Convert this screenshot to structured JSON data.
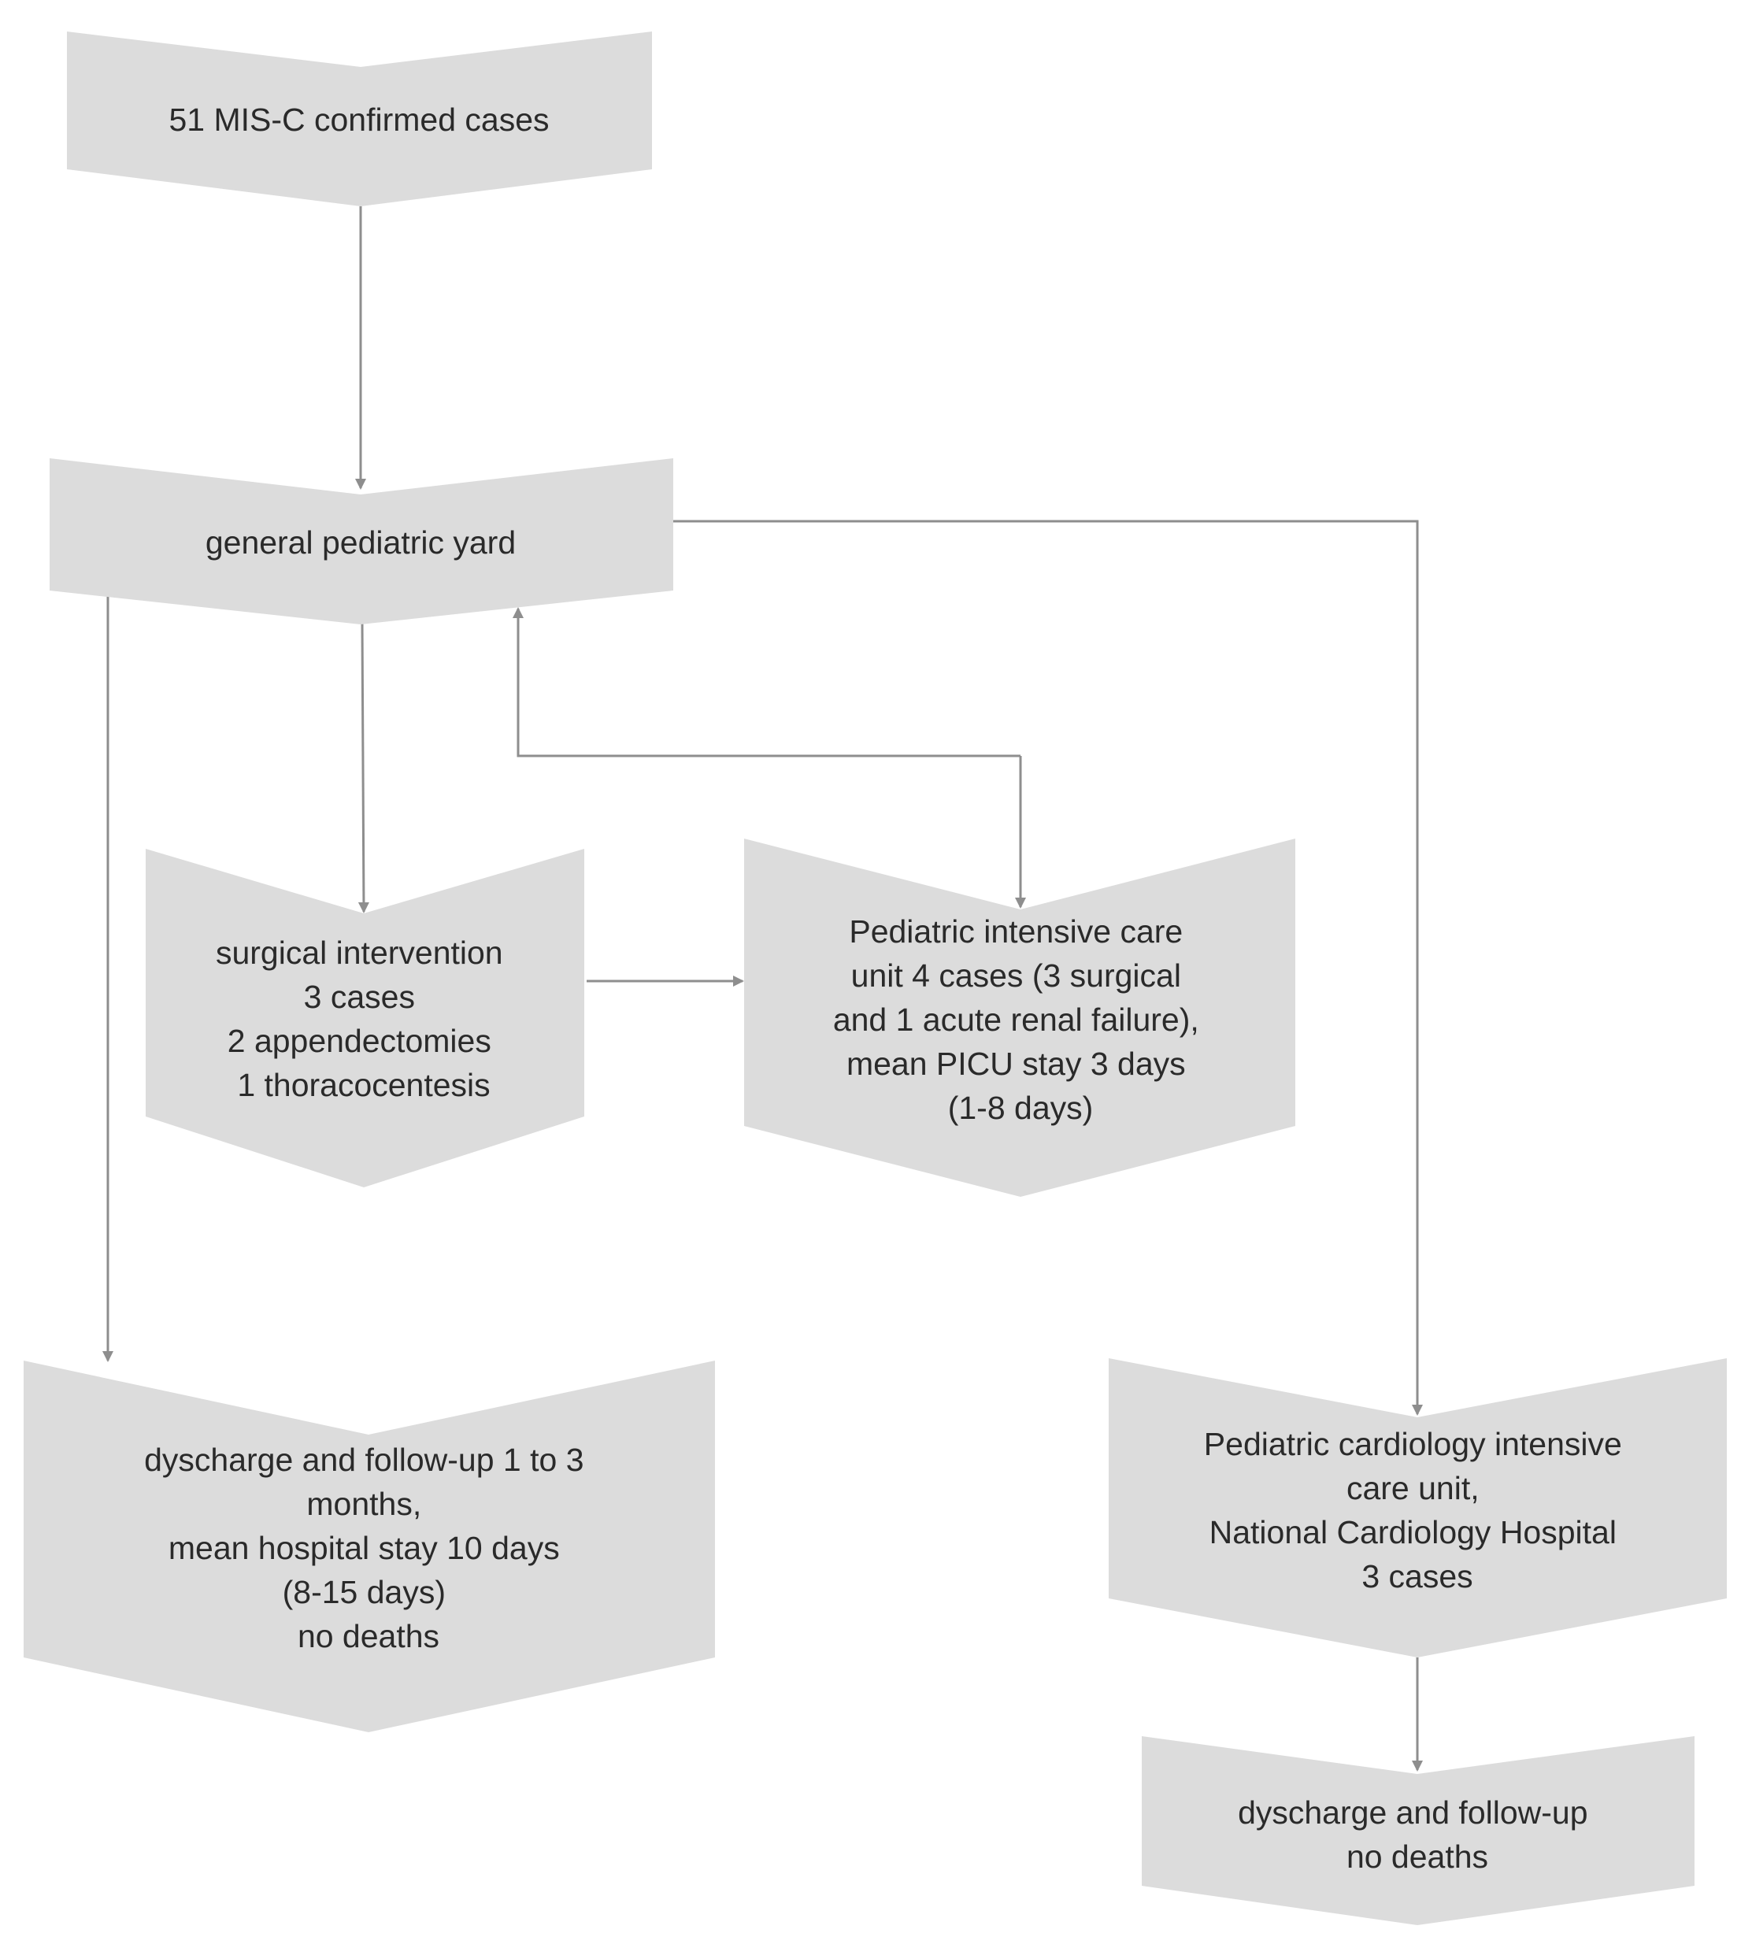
{
  "diagram": {
    "nodes": {
      "confirmed": {
        "lines": [
          "51 MIS-C confirmed cases"
        ]
      },
      "general_yard": {
        "lines": [
          "general pediatric yard"
        ]
      },
      "surgical": {
        "lines": [
          "surgical intervention",
          "3 cases",
          "2 appendectomies",
          "1 thoracocentesis"
        ]
      },
      "picu": {
        "lines": [
          "Pediatric intensive  care",
          "unit  4 cases (3 surgical",
          "and 1 acute renal failure),",
          "mean PICU stay 3 days",
          "(1-8 days)"
        ]
      },
      "discharge_general": {
        "lines": [
          "dyscharge and follow-up 1 to 3",
          "months,",
          "mean hospital stay 10 days",
          "(8-15 days)",
          "no deaths"
        ]
      },
      "cardio_icu": {
        "lines": [
          "Pediatric cardiology intensive",
          "care unit,",
          "National Cardiology Hospital",
          "3 cases"
        ]
      },
      "discharge_cardio": {
        "lines": [
          "dyscharge and follow-up",
          "no deaths"
        ]
      }
    },
    "colors": {
      "node_fill": "#dcdcdc",
      "edge": "#8e8e8e",
      "text": "#2a2a2a"
    }
  }
}
